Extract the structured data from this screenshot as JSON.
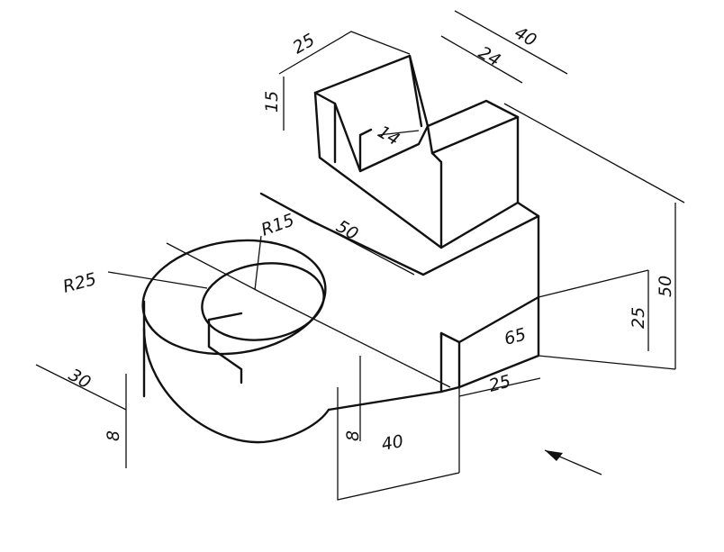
{
  "drawing": {
    "type": "isometric-view",
    "dimensions": {
      "block_width": "25",
      "block_depth": "40",
      "notch_top": "24",
      "block_height": "15",
      "notch_depth": "14",
      "hole_radius": "R15",
      "base_length": "50",
      "boss_radius": "R25",
      "boss_offset": "30",
      "boss_step_left": "8",
      "slot_height": "8",
      "slot_length": "40",
      "slot_width": "25",
      "base_depth": "65",
      "step_height": "25",
      "total_height": "50"
    }
  }
}
